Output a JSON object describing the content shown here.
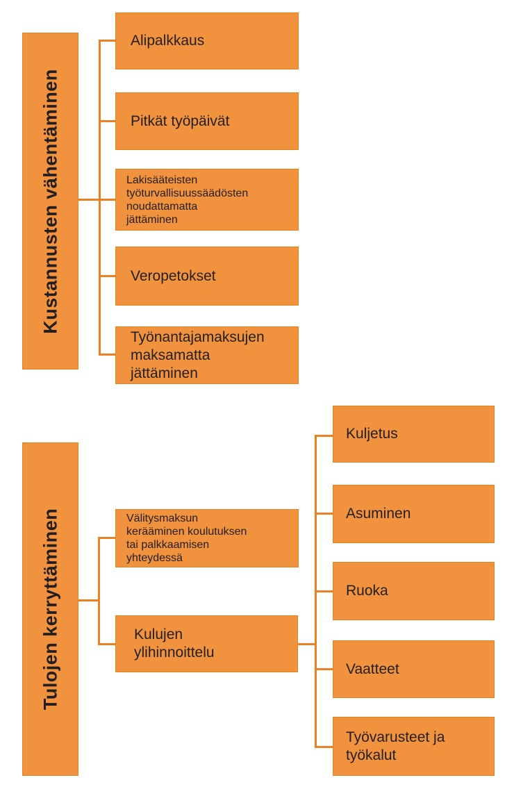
{
  "diagram": {
    "colors": {
      "box_fill": "#F0923E",
      "box_border": "#E5831F",
      "connector_line": "#ED8021",
      "text": "#231F20",
      "background": "#FFFFFF"
    },
    "branch1": {
      "label": "Kustannusten vähentäminen",
      "items": [
        {
          "label": "Alipalkkaus"
        },
        {
          "label": "Pitkät työpäivät"
        },
        {
          "label": "Lakisääteisten\ntyöturvallisuussäädösten\nnoudattamatta\njättäminen"
        },
        {
          "label": "Veropetokset"
        },
        {
          "label": "Työnantajamaksujen\nmaksamatta\njättäminen"
        }
      ]
    },
    "branch2": {
      "label": "Tulojen kerryttäminen",
      "items": [
        {
          "label": "Välitysmaksun\nkerääminen koulutuksen\ntai palkkaamisen\nyhteydessä"
        },
        {
          "label": "Kulujen\nylihinnoittelu"
        }
      ],
      "subitems": [
        {
          "label": "Kuljetus"
        },
        {
          "label": "Asuminen"
        },
        {
          "label": "Ruoka"
        },
        {
          "label": "Vaatteet"
        },
        {
          "label": "Työvarusteet ja\ntyökalut"
        }
      ]
    }
  }
}
